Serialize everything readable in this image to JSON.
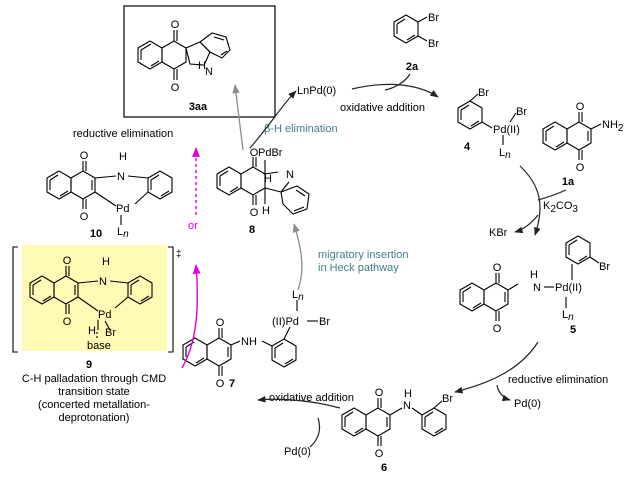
{
  "compounds": {
    "c3aa": {
      "label": "3aa",
      "nh": "N",
      "h": "H",
      "o1": "O",
      "o2": "O"
    },
    "c2a": {
      "label": "2a",
      "br1": "Br",
      "br2": "Br"
    },
    "c4": {
      "label": "4",
      "br1": "Br",
      "br2": "Br",
      "pd": "Pd(II)",
      "ln": "L",
      "n": "n"
    },
    "c1a": {
      "label": "1a",
      "o1": "O",
      "o2": "O",
      "nh2": "NH",
      "two": "2"
    },
    "c5": {
      "label": "5",
      "o1": "O",
      "o2": "O",
      "hn": "H",
      "n": "N",
      "pd": "Pd(II)",
      "br": "Br",
      "ln": "L",
      "sub": "n"
    },
    "c6": {
      "label": "6",
      "o1": "O",
      "o2": "O",
      "h": "H",
      "n": "N",
      "br": "Br"
    },
    "c7": {
      "label": "7",
      "o1": "O",
      "o2": "O",
      "nh": "NH",
      "pd": "(II)Pd",
      "br": "Br",
      "ln": "L",
      "sub": "n"
    },
    "c8": {
      "label": "8",
      "o1": "O",
      "o2": "O",
      "pdbr": "PdBr",
      "n": "N",
      "h1": "H",
      "h2": "H"
    },
    "c9": {
      "label": "9",
      "o1": "O",
      "o2": "O",
      "n": "N",
      "h": "H",
      "pd": "Pd",
      "h2": "H",
      "br": "Br",
      "base": "base",
      "dagger": "‡"
    },
    "c10": {
      "label": "10",
      "o1": "O",
      "o2": "O",
      "n": "N",
      "h": "H",
      "pd": "Pd",
      "ln": "L",
      "sub": "n"
    }
  },
  "reagents": {
    "lnpd": "LnPd(0)",
    "k2co3": "K",
    "k2co3_sub": "2",
    "k2co3_tail": "CO",
    "k2co3_sub2": "3",
    "kbr": "KBr",
    "pd0_a": "Pd(0)",
    "pd0_b": "Pd(0)"
  },
  "steps": {
    "oxidative_addition_1": "oxidative addition",
    "reductive_elimination_1": "reductive elimination",
    "beta_h": "β-H elimination",
    "reductive_elimination_2": "reductive elimination",
    "migratory_line1": "migratory insertion",
    "migratory_line2": "in Heck pathway",
    "oxidative_addition_2": "oxidative addition",
    "or": "or"
  },
  "caption": {
    "line1": "C-H palladation through CMD",
    "line2": "transition state",
    "line3": "(concerted metallation-",
    "line4": "deprotonation)"
  },
  "colors": {
    "highlight": "#fffab4",
    "teal_text": "#3f7f86",
    "magenta_arrow": "#e100e1",
    "grey_arrow": "#8c8c8c"
  }
}
